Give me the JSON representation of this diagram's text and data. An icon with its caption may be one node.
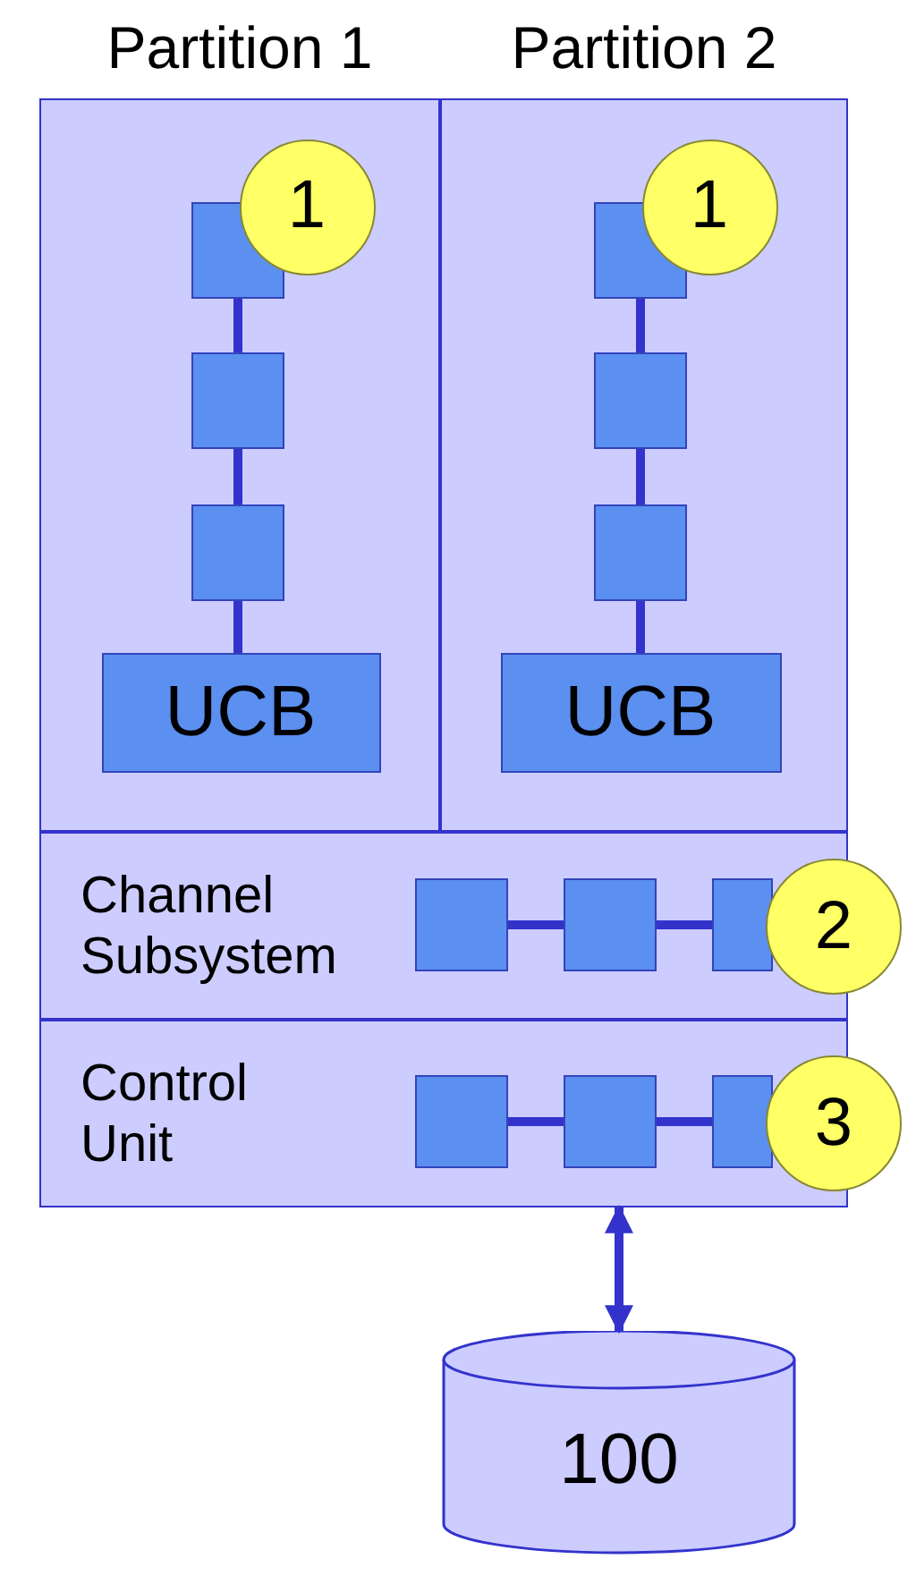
{
  "diagram": {
    "nodes": [
      {
        "text": [
          "Partition 1"
        ]
      },
      {
        "text": [],
        "shape": "box",
        "in": 0
      },
      {
        "text": [],
        "shape": "box",
        "in": 0
      },
      {
        "text": [],
        "shape": "box",
        "in": 0
      },
      {
        "text": [
          "UCB"
        ],
        "in": 0
      },
      {
        "text": [
          "1"
        ],
        "in": 0
      },
      {
        "text": [
          "Partition 2"
        ]
      },
      {
        "text": [],
        "shape": "box",
        "in": 6
      },
      {
        "text": [],
        "shape": "box",
        "in": 6
      },
      {
        "text": [],
        "shape": "box",
        "in": 6
      },
      {
        "text": [
          "UCB"
        ],
        "in": 6
      },
      {
        "text": [
          "1"
        ],
        "in": 6
      },
      {
        "text": [
          "Channel Subsystem"
        ]
      },
      {
        "text": [],
        "shape": "box",
        "in": 12
      },
      {
        "text": [],
        "shape": "box",
        "in": 12
      },
      {
        "text": [],
        "shape": "box",
        "in": 12
      },
      {
        "text": [
          "2"
        ]
      },
      {
        "text": [
          "Control Unit"
        ]
      },
      {
        "text": [],
        "shape": "box",
        "in": 17
      },
      {
        "text": [],
        "shape": "box",
        "in": 17
      },
      {
        "text": [],
        "shape": "box",
        "in": 17
      },
      {
        "text": [
          "3"
        ]
      },
      {
        "text": [
          "100"
        ]
      }
    ],
    "edges": [
      {
        "from": 1,
        "to": 2,
        "arrow": "none"
      },
      {
        "from": 2,
        "to": 3,
        "arrow": "none"
      },
      {
        "from": 3,
        "to": 4,
        "arrow": "none"
      },
      {
        "from": 7,
        "to": 8,
        "arrow": "none"
      },
      {
        "from": 8,
        "to": 9,
        "arrow": "none"
      },
      {
        "from": 9,
        "to": 10,
        "arrow": "none"
      },
      {
        "from": 13,
        "to": 14,
        "arrow": "none"
      },
      {
        "from": 14,
        "to": 15,
        "arrow": "none"
      },
      {
        "from": 18,
        "to": 19,
        "arrow": "none"
      },
      {
        "from": 19,
        "to": 20,
        "arrow": "none"
      },
      {
        "from": 17,
        "to": 22,
        "arrow": "both"
      }
    ]
  }
}
